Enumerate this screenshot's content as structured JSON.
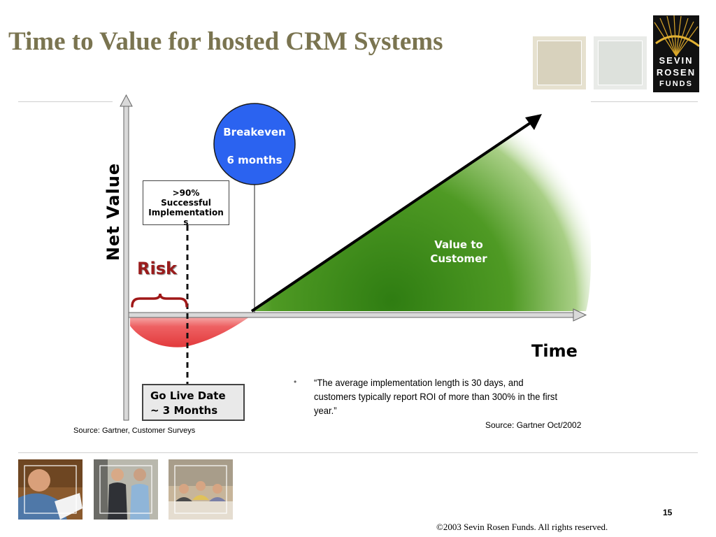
{
  "slide": {
    "title": "Time to Value for hosted CRM Systems",
    "page_number": "15",
    "copyright": "©2003 Sevin Rosen Funds. All rights reserved."
  },
  "logo": {
    "line1": "SEVIN",
    "line2": "ROSEN",
    "line3": "FUNDS"
  },
  "diagram": {
    "y_axis_label": "Net Value",
    "x_axis_label": "Time",
    "risk_label": "Risk",
    "breakeven": {
      "title": "Breakeven",
      "value": "6 months"
    },
    "success": {
      "line1": ">90%",
      "line2": "Successful",
      "line3": "Implementation",
      "line4": "s"
    },
    "value_area": {
      "line1": "Value to",
      "line2": "Customer"
    },
    "go_live": {
      "line1": "Go Live Date",
      "line2": "~ 3 Months"
    },
    "source_left": "Source: Gartner, Customer Surveys"
  },
  "quote": {
    "text": "“The average implementation length is 30 days, and customers typically report ROI of more than 300% in the first year.”",
    "source": "Source: Gartner Oct/2002",
    "bullet": "•"
  },
  "colors": {
    "title": "#7a7450",
    "risk_area": "#e8494a",
    "value_area": "#3a8a1a",
    "breakeven_circle": "#2b63f0",
    "risk_brace": "#a01818"
  },
  "icons": {
    "logo_sun": "sunburst-icon",
    "photos": [
      "businessman-reading-photo",
      "handshake-meeting-photo",
      "conference-table-photo"
    ]
  }
}
